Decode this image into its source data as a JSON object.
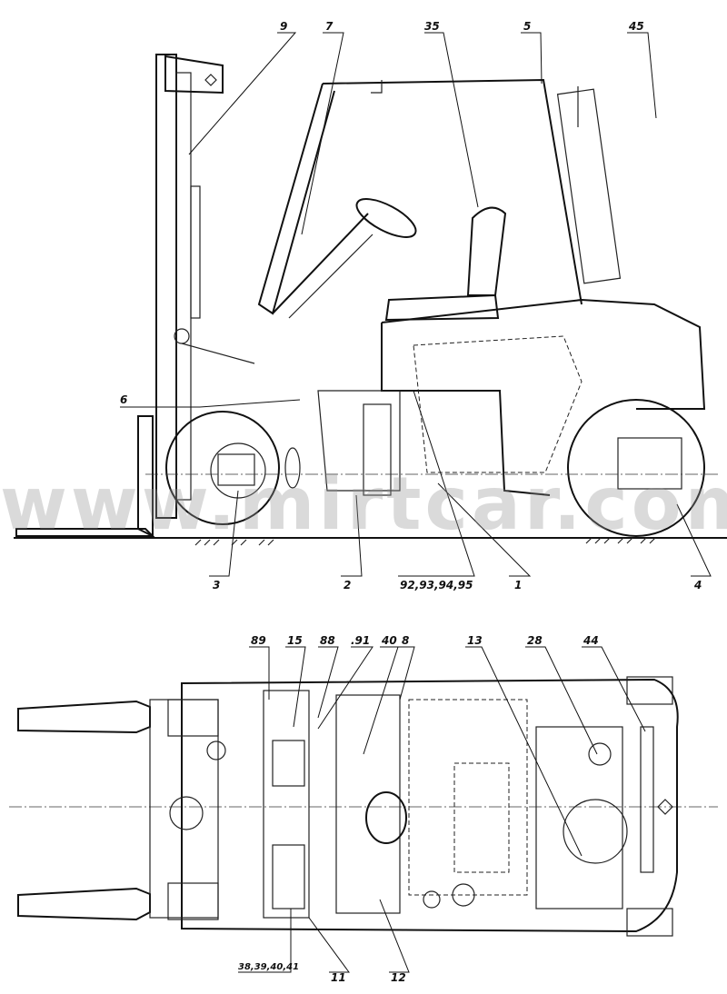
{
  "watermark": "www.mirtcar.com.ua",
  "side_view": {
    "callouts": [
      "9",
      "7",
      "35",
      "5",
      "45",
      "6",
      "3",
      "2",
      "92,93,94,95",
      "1",
      "4"
    ]
  },
  "top_view": {
    "callouts": [
      "89",
      "15",
      "88",
      ".91",
      "40",
      "8",
      "13",
      "28",
      "44",
      "38,39,40,41",
      "11",
      "12"
    ]
  }
}
